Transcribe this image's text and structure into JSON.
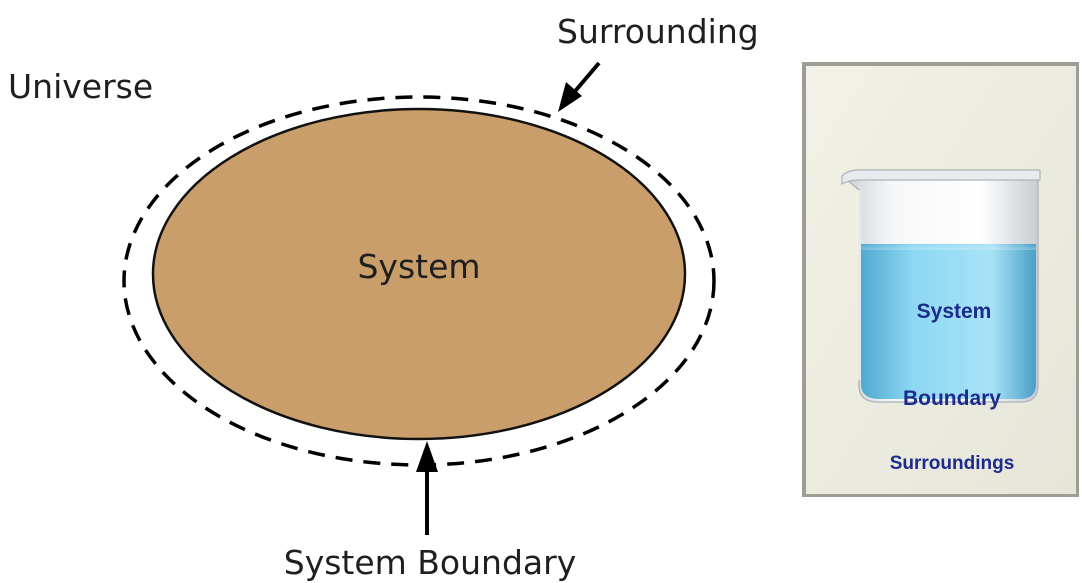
{
  "diagram": {
    "universe_label": "Universe",
    "surrounding_label": "Surrounding",
    "system_label": "System",
    "boundary_label": "System Boundary",
    "colors": {
      "system_fill": "#c99e6b",
      "outline": "#000000",
      "text": "#1f1f1f"
    }
  },
  "inset": {
    "system_label": "System",
    "boundary_label": "Boundary",
    "surroundings_label": "Surroundings",
    "colors": {
      "panel_bg": "#eeede2",
      "liquid": "#6ec8ea",
      "text": "#1c2b8c"
    }
  }
}
